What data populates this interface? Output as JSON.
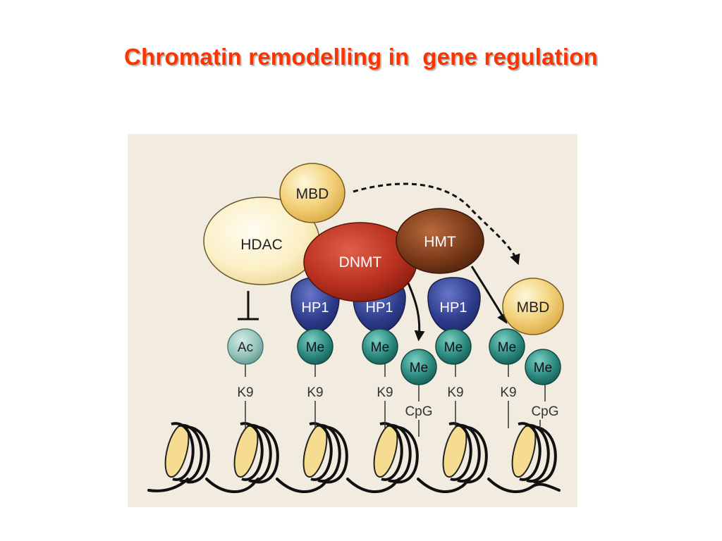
{
  "title": "Chromatin remodelling in  gene regulation",
  "colors": {
    "title": "#ff3300",
    "panel_background": "#f2ebe0",
    "hdac_mbd_yellow": "#f1cf75",
    "hdac_pale": "#fbf0c8",
    "dnmt_red": "#b8301e",
    "hmt_brown": "#7a3a1a",
    "hp1_blue": "#2e3c8c",
    "me_teal": "#2b8a80",
    "ac_grey_teal": "#8fc0b8",
    "nucleosome_yellow": "#f5dc90"
  },
  "proteins": {
    "mbd_top": "MBD",
    "hdac": "HDAC",
    "dnmt": "DNMT",
    "hmt": "HMT",
    "hp1_1": "HP1",
    "hp1_2": "HP1",
    "hp1_3": "HP1",
    "mbd_right": "MBD"
  },
  "marks": {
    "ac": "Ac",
    "me_1": "Me",
    "me_2": "Me",
    "me_cpg_1": "Me",
    "me_3": "Me",
    "me_4": "Me",
    "me_cpg_2": "Me"
  },
  "sites": {
    "k9_1": "K9",
    "k9_2": "K9",
    "k9_3": "K9",
    "cpg_1": "CpG",
    "k9_4": "K9",
    "k9_5": "K9",
    "cpg_2": "CpG"
  }
}
